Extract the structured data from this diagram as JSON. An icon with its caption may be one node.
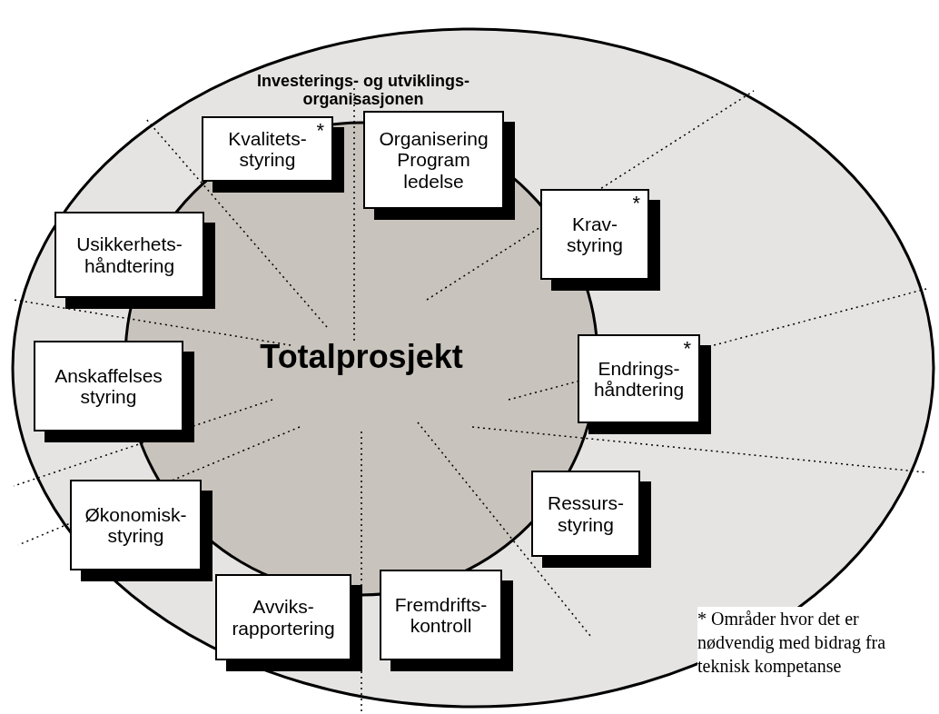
{
  "diagram": {
    "nodes": [
      {
        "text": [
          "Investerings- og utviklings- organisasjonen"
        ]
      },
      {
        "text": [
          "Totalprosjekt"
        ],
        "in": 0
      },
      {
        "text": [
          "Kvalitets- styring",
          "*"
        ],
        "in": 0
      },
      {
        "text": [
          "Organisering Program ledelse"
        ],
        "in": 0
      },
      {
        "text": [
          "Krav- styring",
          "*"
        ],
        "in": 0
      },
      {
        "text": [
          "Usikkerhets- håndtering"
        ],
        "in": 0
      },
      {
        "text": [
          "Endrings- håndtering",
          "*"
        ],
        "in": 0
      },
      {
        "text": [
          "Anskaffelses styring"
        ],
        "in": 0
      },
      {
        "text": [
          "Ressurs- styring"
        ],
        "in": 0
      },
      {
        "text": [
          "Økonomisk- styring"
        ],
        "in": 0
      },
      {
        "text": [
          "Avviks- rapportering"
        ],
        "in": 0
      },
      {
        "text": [
          "Fremdrifts- kontroll"
        ],
        "in": 0
      }
    ],
    "edges": [],
    "labels": [
      "* Områder hvor det er nødvendig med bidrag fra teknisk kompetanse"
    ]
  }
}
